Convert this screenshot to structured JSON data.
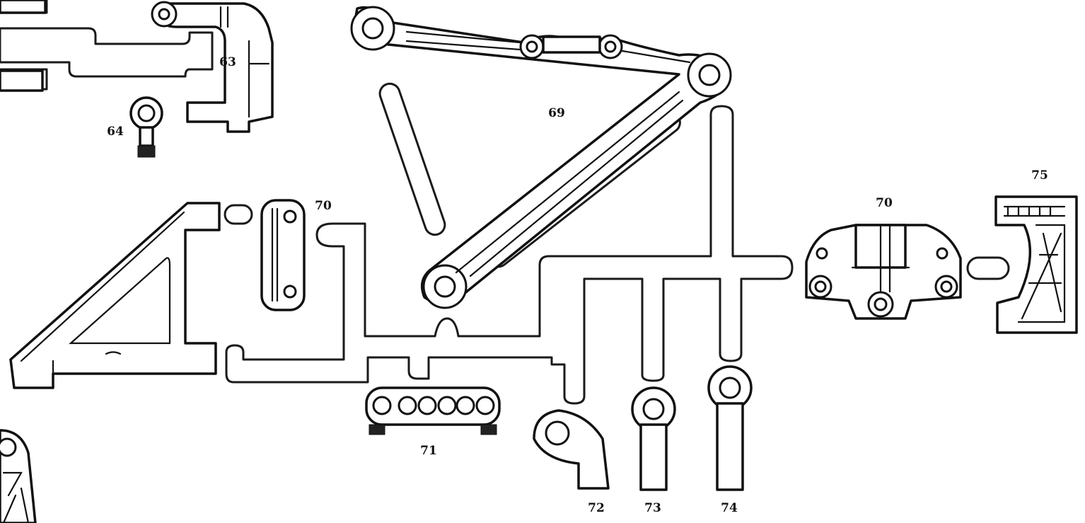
{
  "colors": {
    "line": "#111111",
    "background": "#ffffff"
  },
  "labels": {
    "part_63": "63",
    "part_64": "64",
    "part_69": "69",
    "part_70a": "70",
    "part_70b": "70",
    "part_71": "71",
    "part_72": "72",
    "part_73": "73",
    "part_74": "74",
    "part_75": "75"
  }
}
